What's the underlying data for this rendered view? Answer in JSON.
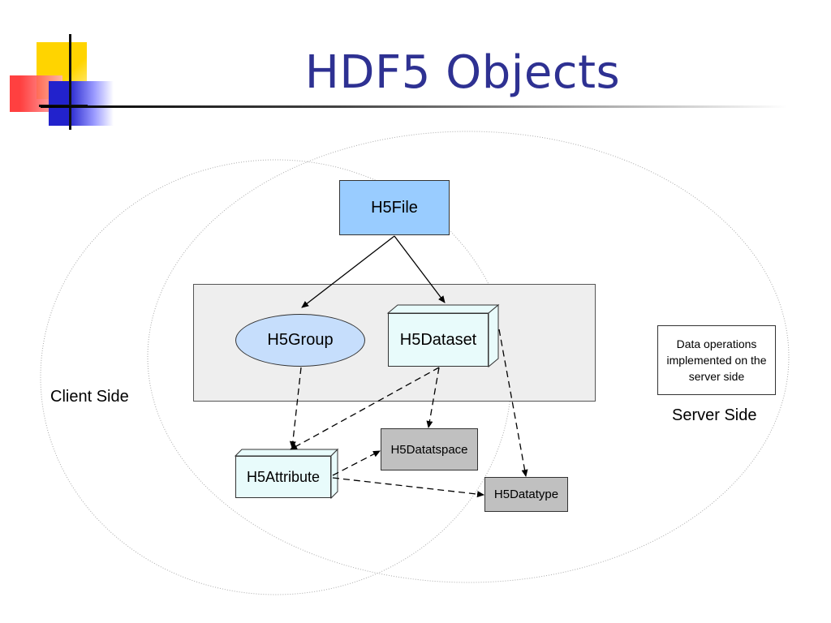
{
  "slide": {
    "title": "HDF5 Objects"
  },
  "diagram": {
    "nodes": {
      "file": "H5File",
      "group": "H5Group",
      "dataset": "H5Dataset",
      "attribute": "H5Attribute",
      "dataspace": "H5Datatspace",
      "datatype": "H5Datatype"
    },
    "regions": {
      "client": "Client Side",
      "server": "Server Side"
    },
    "note": "Data operations implemented on the server side"
  },
  "colors": {
    "title": "#2e3192",
    "file_fill": "#99ccff",
    "group_fill": "#c6defc",
    "object_fill": "#e8fbfb",
    "type_fill": "#c0c0c0",
    "panel_fill": "#eeeeee"
  }
}
